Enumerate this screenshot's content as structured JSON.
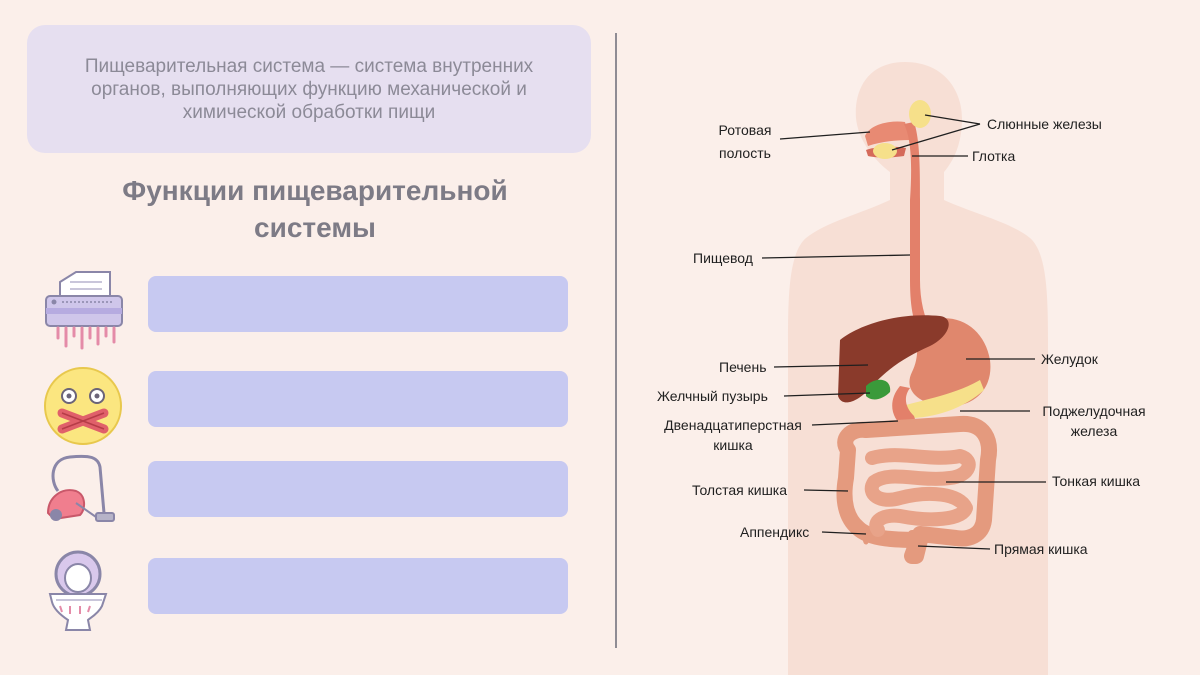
{
  "definition": {
    "lines": [
      "Пищеварительная система — система внутренних",
      "органов, выполняющих функцию механической и",
      "химической обработки пищи"
    ]
  },
  "functions": {
    "title_lines": [
      "Функции пищеварительной",
      "системы"
    ],
    "items": [
      {
        "icon": "paper-shredder-icon",
        "text": ""
      },
      {
        "icon": "nauseated-face-icon",
        "text": ""
      },
      {
        "icon": "vacuum-cleaner-icon",
        "text": ""
      },
      {
        "icon": "toilet-icon",
        "text": ""
      }
    ]
  },
  "diagram": {
    "labels": {
      "mouth_1": "Ротовая",
      "mouth_2": "полость",
      "salivary": "Слюнные железы",
      "pharynx": "Глотка",
      "esophagus": "Пищевод",
      "liver": "Печень",
      "stomach": "Желудок",
      "gallbladder": "Желчный пузырь",
      "duodenum_1": "Двенадцатиперстная",
      "duodenum_2": "кишка",
      "pancreas_1": "Поджелудочная",
      "pancreas_2": "железа",
      "large_intestine": "Толстая кишка",
      "small_intestine": "Тонкая кишка",
      "appendix": "Аппендикс",
      "rectum": "Прямая кишка"
    }
  },
  "colors": {
    "background": "#fbefea",
    "card": "#e6dff0",
    "function_box": "#c7c9f1",
    "muted_text": "#8c8a97",
    "liver": "#8a3a2b",
    "stomach": "#e0876d",
    "intestine": "#e49a7e",
    "pancreas": "#f6e08a",
    "gallbladder": "#3a9a3a"
  }
}
